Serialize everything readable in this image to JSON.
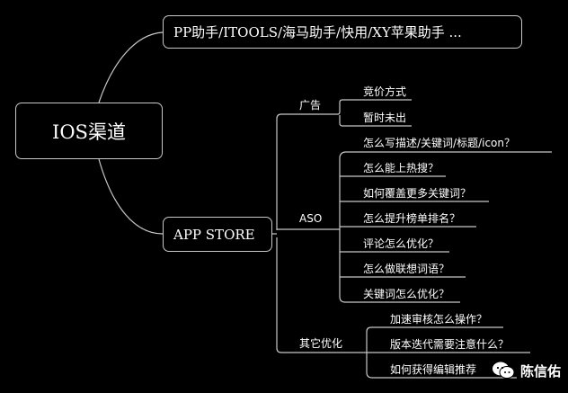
{
  "root": {
    "label": "IOS渠道"
  },
  "top_branch": {
    "label": "PP助手/ITOOLS/海马助手/快用/XY苹果助手 ..."
  },
  "app_store": {
    "label": "APP STORE",
    "groups": {
      "ads": {
        "label": "广告",
        "items": [
          "竞价方式",
          "暂时未出"
        ]
      },
      "aso": {
        "label": "ASO",
        "items": [
          "怎么写描述/关键词/标题/icon？",
          "怎么能上热搜？",
          "如何覆盖更多关键词？",
          "怎么提升榜单排名？",
          "评论怎么优化？",
          "怎么做联想词语？",
          "关键词怎么优化？"
        ]
      },
      "other": {
        "label": "其它优化",
        "items": [
          "加速审核怎么操作？",
          "版本迭代需要注意什么？",
          "如何获得编辑推荐"
        ]
      }
    }
  },
  "watermark": {
    "text": "陈信佑"
  },
  "colors": {
    "line": "#c8c8c8",
    "background": "#000000",
    "text": "#ffffff"
  }
}
